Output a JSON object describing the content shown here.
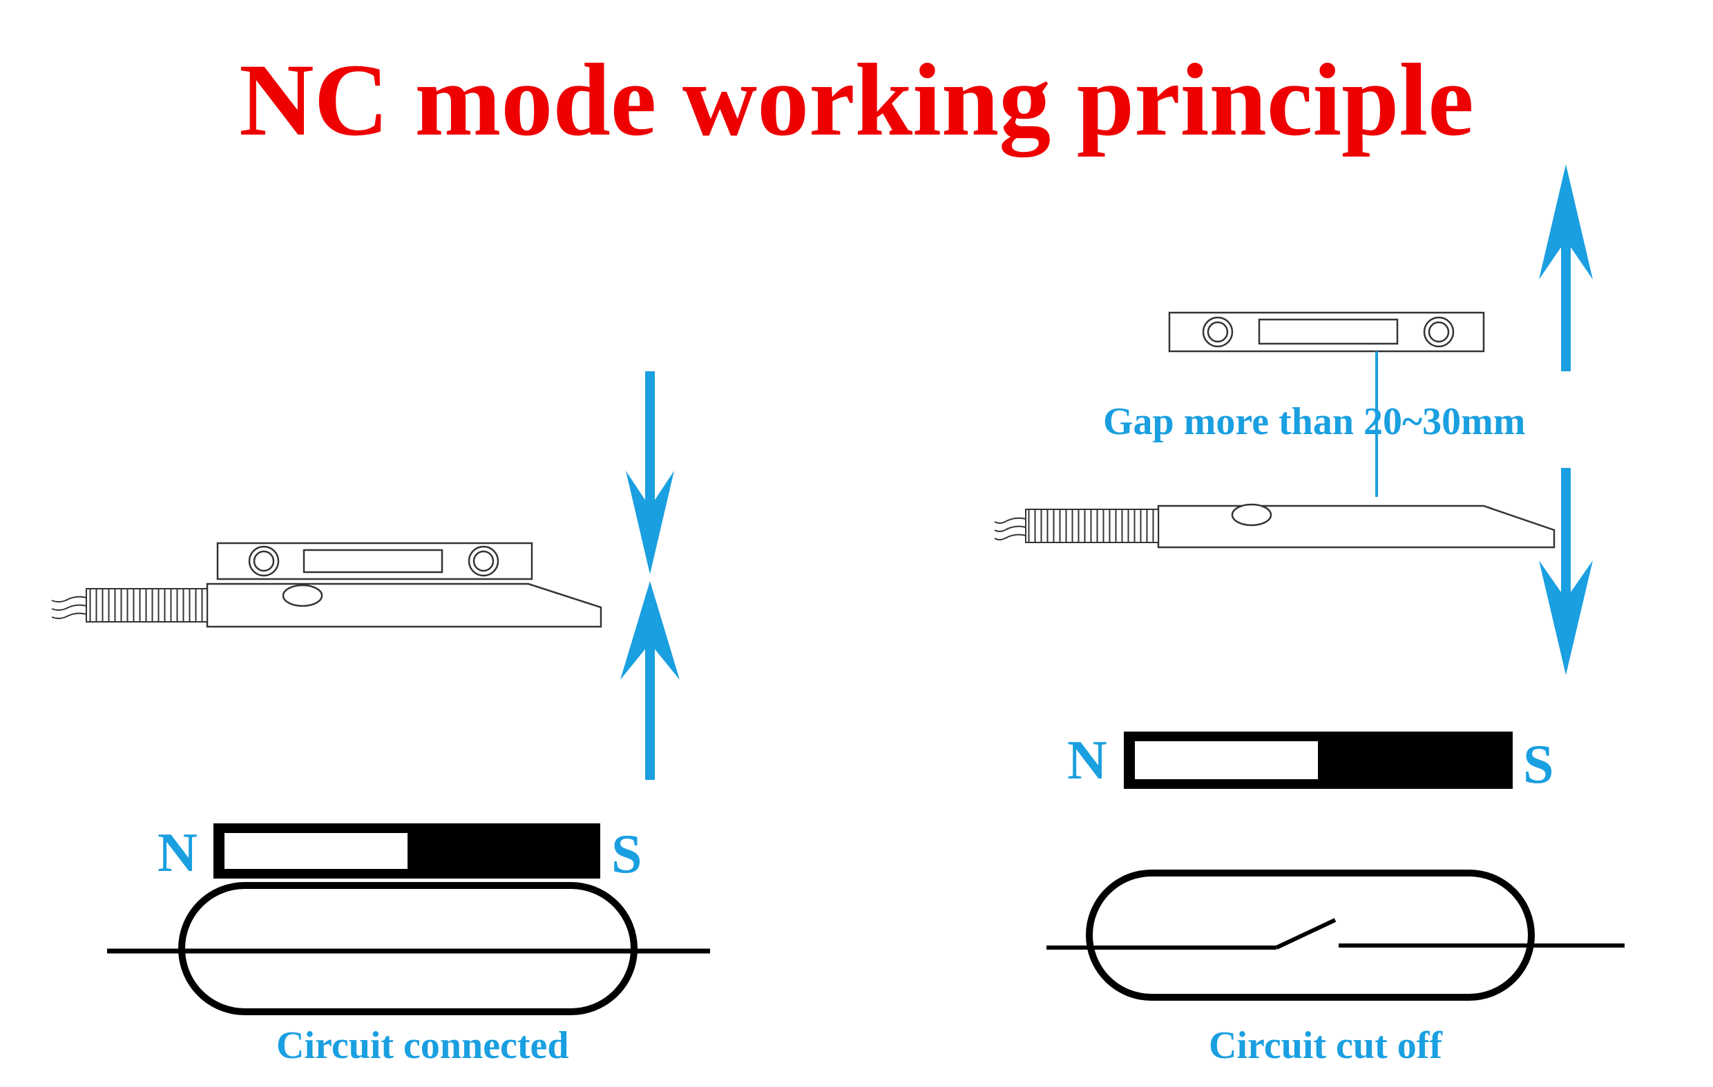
{
  "title": "NC mode working principle",
  "colors": {
    "title": "#ee0000",
    "accent": "#1a9fe0",
    "ink": "#000000",
    "sensor_line": "#333333"
  },
  "left_panel": {
    "state": "magnet near sensor",
    "north_label": "N",
    "south_label": "S",
    "caption": "Circuit  connected",
    "reed_switch": "closed",
    "arrows": "pointing toward each other"
  },
  "right_panel": {
    "state": "magnet away from sensor",
    "north_label": "N",
    "south_label": "S",
    "gap_label": "Gap more than 20~30mm",
    "caption": "Circuit cut off",
    "reed_switch": "open",
    "arrows": "pointing away from each other"
  },
  "icons": [
    "magnet-sensor-icon",
    "reed-sensor-icon",
    "bar-magnet-icon",
    "reed-switch-icon",
    "arrow-icon"
  ]
}
